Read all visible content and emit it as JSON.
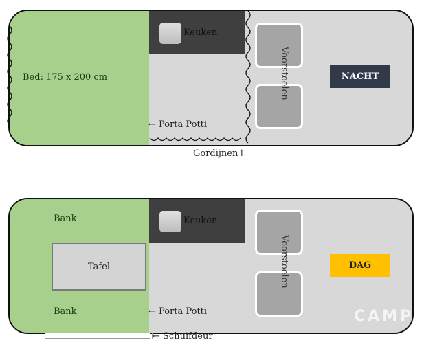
{
  "night": {
    "bed_label": "Bed: 175 x 200 cm",
    "kitchen_label": "Keuken",
    "toilet_label": "← Porta Potti",
    "seats_label": "Voorstoelen",
    "mode_badge": "NACHT",
    "curtains_label": "Gordijnen↑",
    "badge_color": "#323a4a"
  },
  "day": {
    "bench_top_label": "Bank",
    "bench_bottom_label": "Bank",
    "table_label": "Tafel",
    "kitchen_label": "Keuken",
    "toilet_label": "← Porta Potti",
    "seats_label": "Voorstoelen",
    "mode_badge": "DAG",
    "door_label": "← Schuifdeur",
    "badge_color": "#ffc000"
  },
  "watermark": "CAMP"
}
